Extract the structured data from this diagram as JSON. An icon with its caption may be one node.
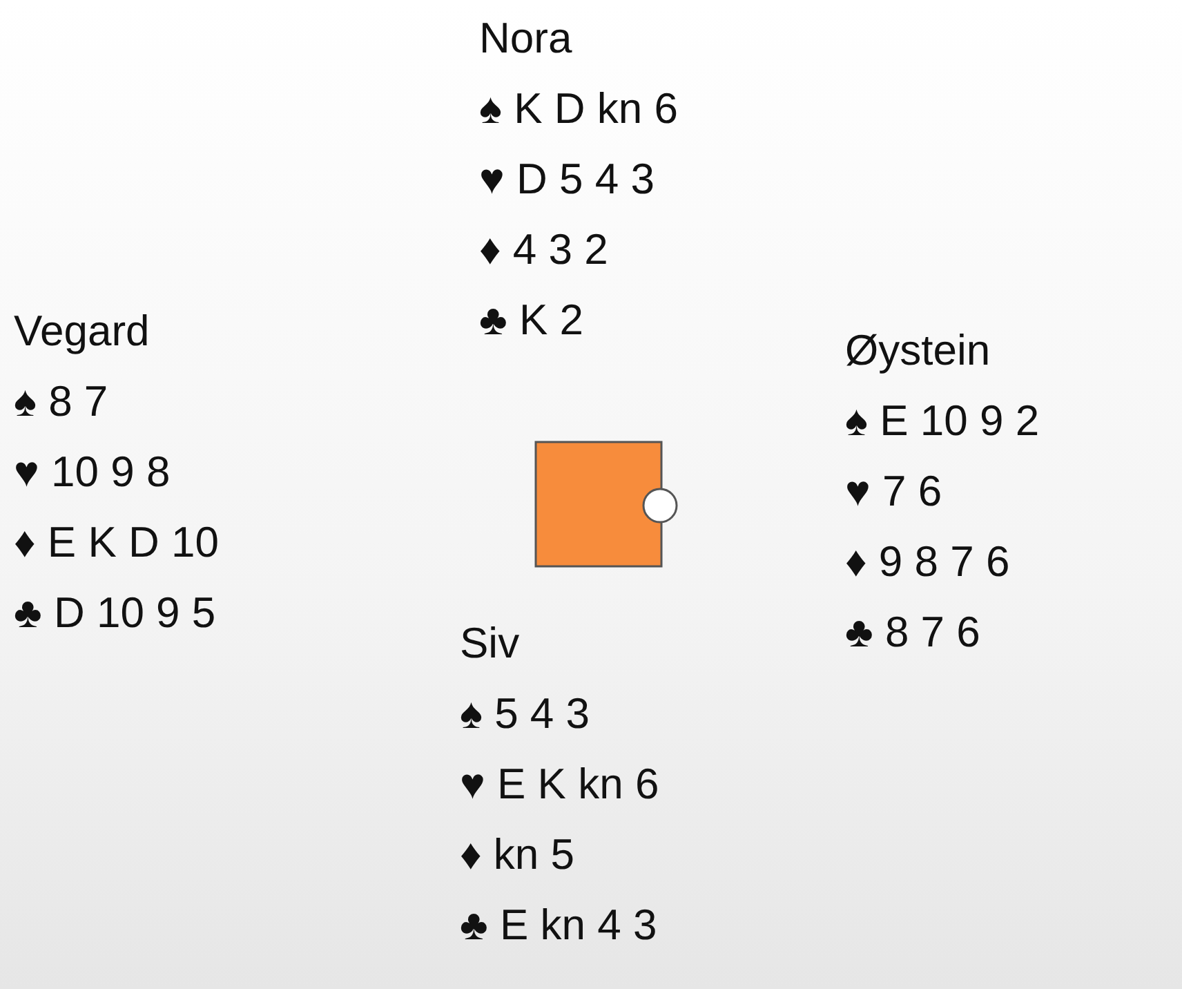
{
  "diagram": {
    "labels": [
      "Nora",
      "♠ K D kn 6",
      "♥ D 5 4 3",
      "♦ 4 3 2",
      "♣ K 2",
      "Vegard",
      "♠ 8 7",
      "♥ 10 9 8",
      "♦ E K D 10",
      "♣ D 10 9 5",
      "Øystein",
      "♠ E 10 9 2",
      "♥ 7 6",
      "♦ 9 8 7 6",
      "♣ 8 7 6",
      "Siv",
      "♠ 5 4 3",
      "♥ E K kn 6",
      "♦ kn 5",
      "♣ E kn 4 3"
    ]
  }
}
